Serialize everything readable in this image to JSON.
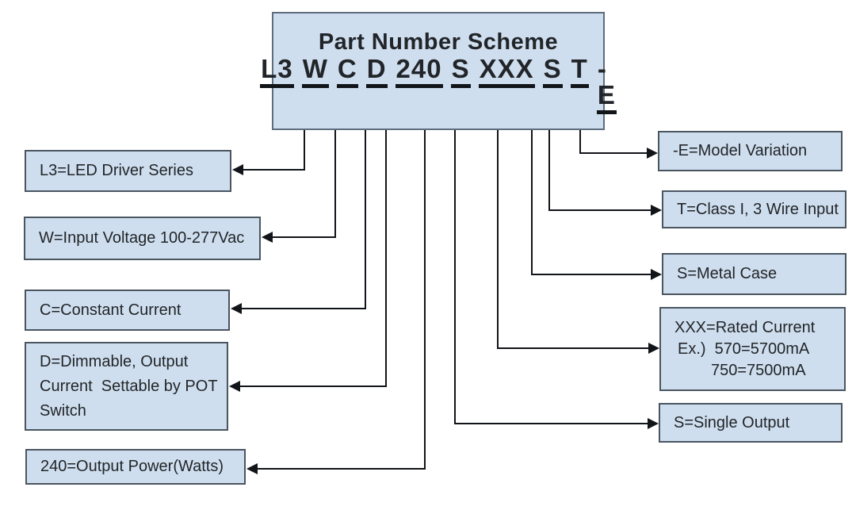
{
  "main_box": {
    "title": "Part Number Scheme",
    "tokens": [
      "L3",
      "W",
      "C",
      "D",
      "240",
      "S",
      "XXX",
      "S",
      "T",
      "-E"
    ]
  },
  "left_boxes": [
    {
      "id": "led-driver-series",
      "label_lines": [
        "L3=LED Driver Series"
      ]
    },
    {
      "id": "input-voltage",
      "label_lines": [
        "W=Input Voltage 100-277Vac"
      ]
    },
    {
      "id": "constant-current",
      "label_lines": [
        "C=Constant Current"
      ]
    },
    {
      "id": "dimmable",
      "label_lines": [
        "D=Dimmable, Output",
        "Current  Settable by POT",
        "Switch"
      ]
    },
    {
      "id": "output-power",
      "label_lines": [
        "240=Output Power(Watts)"
      ]
    }
  ],
  "right_boxes": [
    {
      "id": "model-variation",
      "label_lines": [
        "-E=Model Variation"
      ]
    },
    {
      "id": "class-wire-input",
      "label_lines": [
        "T=Class I, 3 Wire Input"
      ]
    },
    {
      "id": "metal-case",
      "label_lines": [
        "S=Metal Case"
      ]
    },
    {
      "id": "rated-current",
      "label_lines": [
        "XXX=Rated Current",
        "Ex.)  570=5700mA",
        "750=7500mA"
      ]
    },
    {
      "id": "single-output",
      "label_lines": [
        "S=Single Output"
      ]
    }
  ],
  "colors": {
    "box_fill": "#cfdeee",
    "box_border": "#4a5560",
    "line_color": "#111418",
    "text_color": "#212529"
  }
}
